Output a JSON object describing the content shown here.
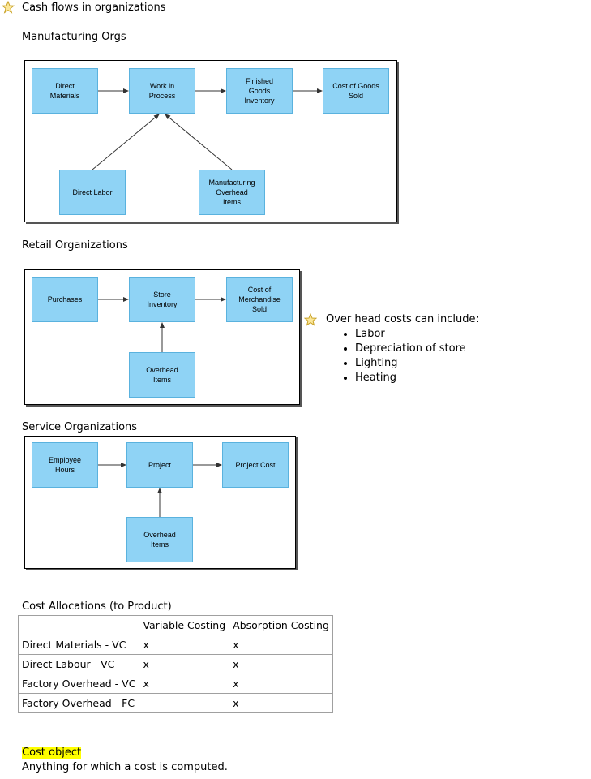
{
  "title": "Cash flows in organizations",
  "manufacturing": {
    "heading": "Manufacturing Orgs",
    "boxes": {
      "direct_materials": "Direct\nMaterials",
      "work_in_process": "Work in\nProcess",
      "finished_goods": "Finished\nGoods\nInventory",
      "cogs": "Cost of Goods\nSold",
      "direct_labor": "Direct Labor",
      "mfg_overhead": "Manufacturing\nOverhead\nItems"
    }
  },
  "retail": {
    "heading": "Retail Organizations",
    "boxes": {
      "purchases": "Purchases",
      "store_inventory": "Store\nInventory",
      "cost_merch": "Cost of\nMerchandise\nSold",
      "overhead": "Overhead\nItems"
    }
  },
  "overhead_note": {
    "heading": "Over head costs can include:",
    "items": [
      "Labor",
      "Depreciation of store",
      "Lighting",
      "Heating"
    ]
  },
  "service": {
    "heading": "Service Organizations",
    "boxes": {
      "employee_hours": "Employee\nHours",
      "project": "Project",
      "project_cost": "Project Cost",
      "overhead": "Overhead\nItems"
    }
  },
  "allocations": {
    "heading": "Cost Allocations (to Product)",
    "columns": [
      "",
      "Variable Costing",
      "Absorption Costing"
    ],
    "rows": [
      [
        "Direct Materials - VC",
        "x",
        "x"
      ],
      [
        "Direct Labour - VC",
        "x",
        "x"
      ],
      [
        "Factory Overhead - VC",
        "x",
        "x"
      ],
      [
        "Factory Overhead - FC",
        "",
        "x"
      ]
    ]
  },
  "cost_object": {
    "term": "Cost object",
    "definition": "Anything for which a cost is computed."
  },
  "colors": {
    "box_fill": "#8fd3f5",
    "box_border": "#5ab2de",
    "highlight": "#ffff00"
  }
}
